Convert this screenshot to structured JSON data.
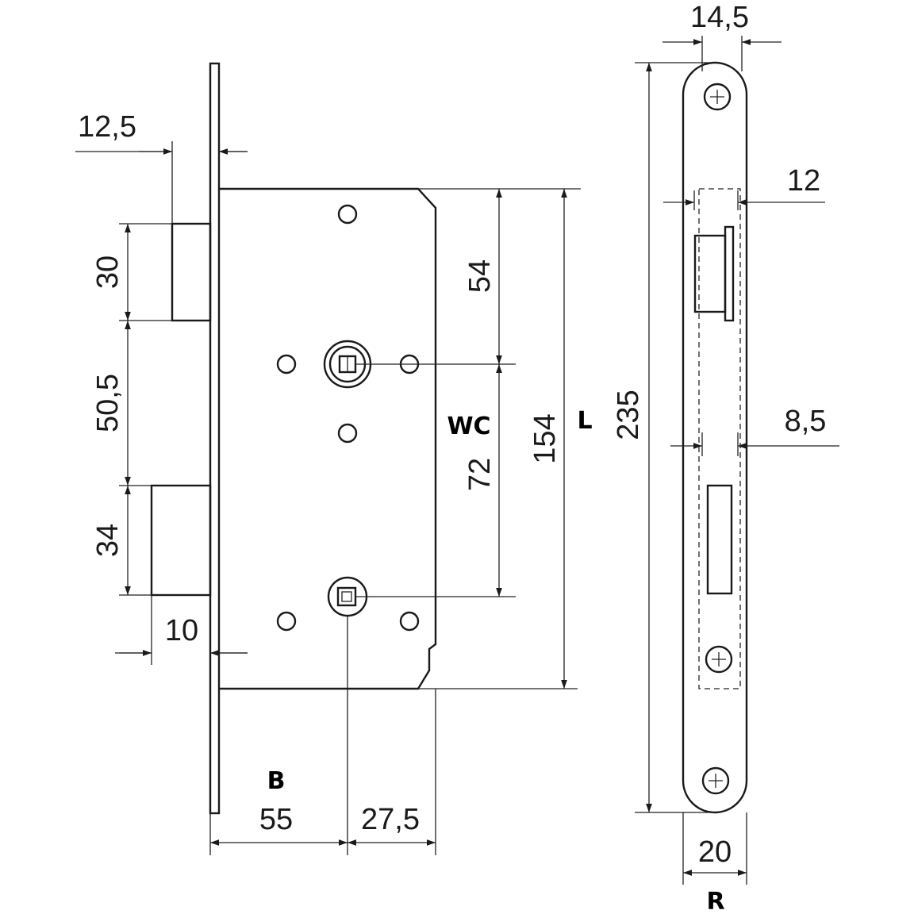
{
  "dimensions": {
    "front_thickness": "12,5",
    "latch_height": "30",
    "latch_to_bolt": "50,5",
    "bolt_height": "34",
    "bolt_projection": "10",
    "handle_to_top": "54",
    "handle_to_wc": "72",
    "case_height": "154",
    "backset": "55",
    "case_rest": "27,5",
    "front_width": "14,5",
    "latch_window_offset": "12",
    "bolt_window_offset": "8,5",
    "front_length": "235",
    "faceplate_width": "20"
  },
  "labels": {
    "wc": "WC",
    "l": "L",
    "b": "B",
    "r": "R"
  },
  "colors": {
    "line": "#1a1a1a",
    "background": "#ffffff"
  }
}
